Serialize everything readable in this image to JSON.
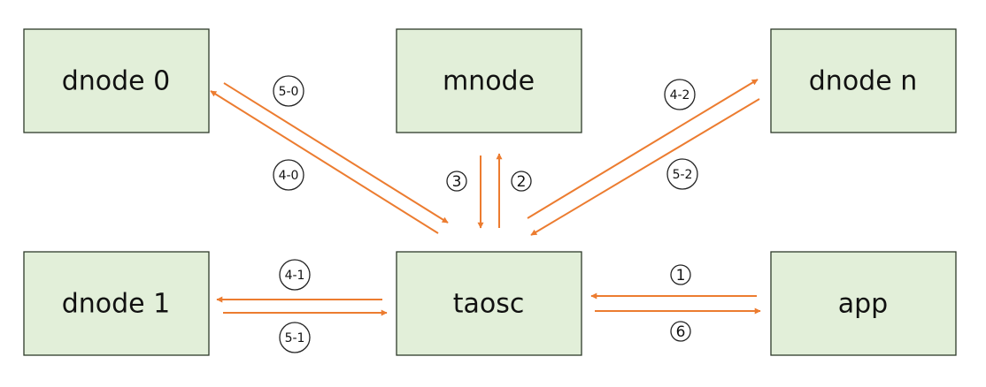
{
  "nodes": {
    "dnode0": "dnode 0",
    "mnode": "mnode",
    "dnoden": "dnode n",
    "dnode1": "dnode 1",
    "taosc": "taosc",
    "app": "app"
  },
  "steps": {
    "s1": "1",
    "s2": "2",
    "s3": "3",
    "s4_0": "4-0",
    "s5_0": "5-0",
    "s4_1": "4-1",
    "s5_1": "5-1",
    "s4_2": "4-2",
    "s5_2": "5-2",
    "s6": "6"
  },
  "colors": {
    "node_fill": "#e2efd9",
    "arrow": "#ec7c30"
  }
}
